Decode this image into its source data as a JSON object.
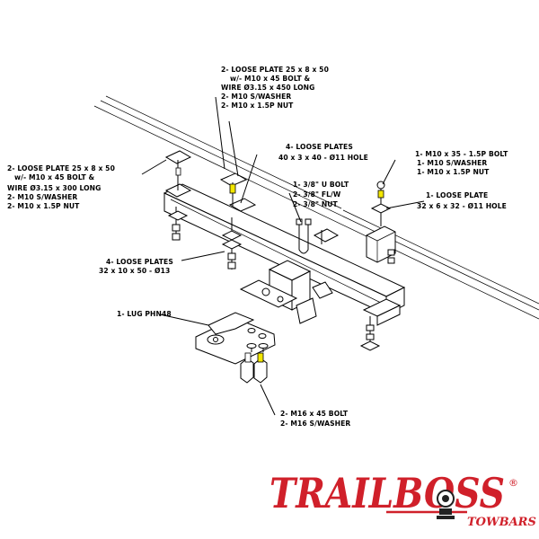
{
  "callouts": {
    "top_plates": {
      "line1": "2- LOOSE PLATE  25 x 8 x 50",
      "line2": "w/- M10 x 45 BOLT &",
      "line3": "WIRE Ø3.15 x 450 LONG",
      "line4": "2- M10 S/WASHER",
      "line5": "2- M10 x 1.5P NUT"
    },
    "left_plates": {
      "line1": "2- LOOSE PLATE  25 x 8 x 50",
      "line2": "w/- M10 x 45 BOLT &",
      "line3": "WIRE Ø3.15 x 300 LONG",
      "line4": "2- M10 S/WASHER",
      "line5": "2- M10 x 1.5P NUT"
    },
    "mid_plates": {
      "line1": "4- LOOSE PLATES",
      "line2": "40 x 3 x 40 - Ø11 HOLE"
    },
    "right_bolt": {
      "line1": "1- M10 x 35 - 1.5P BOLT",
      "line2": "1- M10 S/WASHER",
      "line3": "1- M10 x 1.5P NUT"
    },
    "right_plate": {
      "line1": "1- LOOSE PLATE",
      "line2": "32 x 6 x 32 - Ø11 HOLE"
    },
    "ubolt": {
      "line1": "1- 3/8\" U BOLT",
      "line2": "2- 3/8\" FL/W",
      "line3": "2- 3/8\" NUT"
    },
    "lower_plates": {
      "line1": "4- LOOSE PLATES",
      "line2": "32 x 10 x 50 - Ø13"
    },
    "lug": {
      "line1": "1- LUG PHN48"
    },
    "bottom_bolts": {
      "line1": "2- M16 x 45 BOLT",
      "line2": "2- M16 S/WASHER"
    }
  },
  "logo": {
    "brand": "TRAILBOSS",
    "registered": "®",
    "sub": "TOWBARS",
    "brand_color": "#d0202a"
  },
  "colors": {
    "highlight": "#f2e600"
  }
}
